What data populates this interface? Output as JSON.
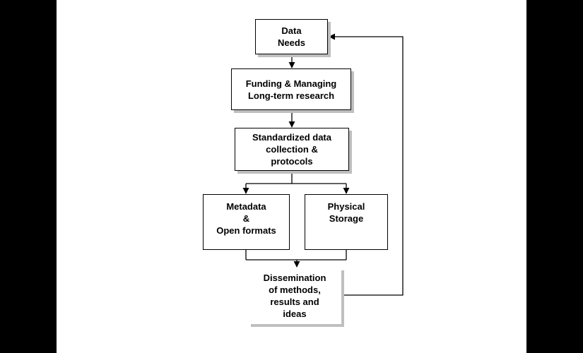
{
  "diagram": {
    "nodes": {
      "data_needs": {
        "lines": [
          "Data",
          "Needs"
        ]
      },
      "funding": {
        "lines": [
          "Funding & Managing",
          "Long-term research"
        ]
      },
      "standardized": {
        "lines": [
          "Standardized data",
          "collection &",
          "protocols"
        ]
      },
      "metadata": {
        "lines": [
          "Metadata",
          "&",
          "Open formats"
        ]
      },
      "physical": {
        "lines": [
          "Physical",
          "Storage"
        ]
      },
      "dissemination": {
        "lines": [
          "Dissemination",
          "of methods,",
          "results and",
          "ideas"
        ]
      }
    },
    "edges": [
      {
        "from": "data_needs",
        "to": "funding"
      },
      {
        "from": "funding",
        "to": "standardized"
      },
      {
        "from": "standardized",
        "to": "metadata"
      },
      {
        "from": "standardized",
        "to": "physical"
      },
      {
        "from": "metadata",
        "to": "dissemination"
      },
      {
        "from": "physical",
        "to": "dissemination"
      },
      {
        "from": "dissemination",
        "to": "data_needs"
      }
    ],
    "colors": {
      "background": "#ffffff",
      "frame": "#000000",
      "stroke": "#000000",
      "shadow": "#bfbfbf"
    }
  }
}
